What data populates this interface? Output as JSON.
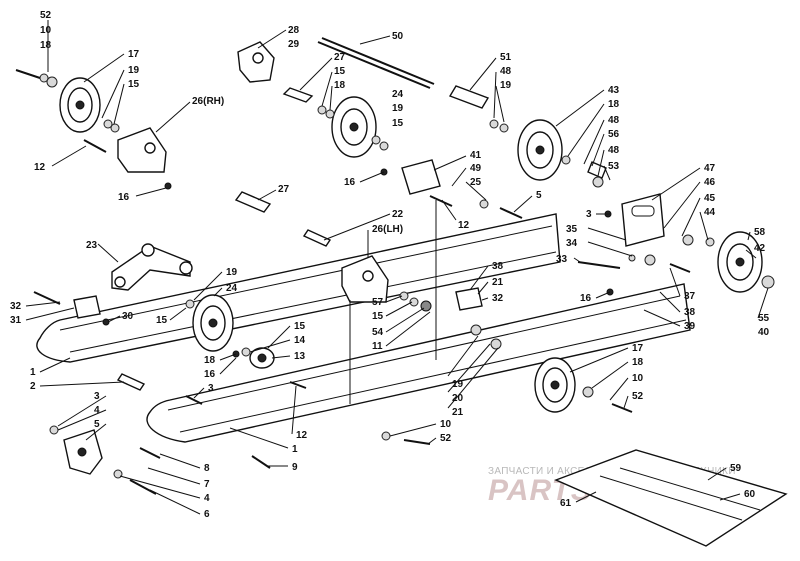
{
  "watermark": {
    "tagline": "ЗАПЧАСТИ И АКСЕССУАРЫ ДЛЯ МОТОТЕХНИКИ",
    "brand": "PARTS-FOR.RU"
  },
  "callouts": [
    "52",
    "10",
    "18",
    "17",
    "19",
    "15",
    "26(RH)",
    "12",
    "16",
    "28",
    "29",
    "27",
    "15",
    "18",
    "24",
    "19",
    "15",
    "50",
    "51",
    "48",
    "19",
    "43",
    "18",
    "48",
    "56",
    "48",
    "53",
    "41",
    "49",
    "25",
    "5",
    "16",
    "12",
    "27",
    "22",
    "26(LH)",
    "23",
    "19",
    "24",
    "15",
    "3",
    "35",
    "34",
    "33",
    "47",
    "46",
    "45",
    "44",
    "58",
    "42",
    "32",
    "31",
    "30",
    "38",
    "21",
    "32",
    "57",
    "15",
    "54",
    "11",
    "16",
    "37",
    "38",
    "39",
    "55",
    "40",
    "15",
    "14",
    "13",
    "18",
    "16",
    "3",
    "3",
    "4",
    "5",
    "12",
    "19",
    "20",
    "21",
    "17",
    "18",
    "10",
    "52",
    "1",
    "2",
    "8",
    "7",
    "4",
    "6",
    "1",
    "9",
    "10",
    "52",
    "59",
    "60",
    "61"
  ]
}
